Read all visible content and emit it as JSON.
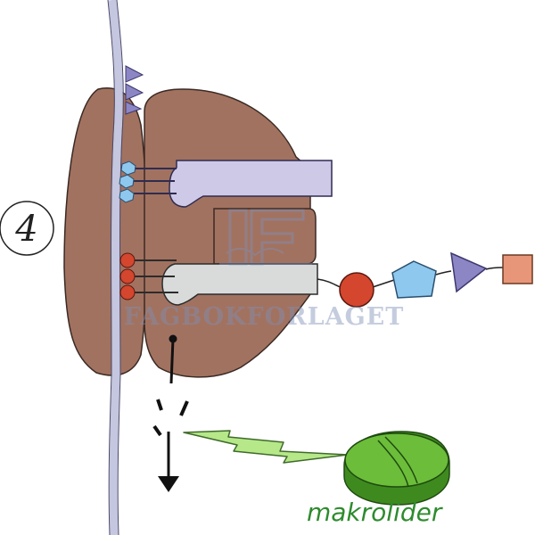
{
  "step_number": "4",
  "drug_label": "makrolider",
  "watermark": "FAGBOKFORLAGET",
  "colors": {
    "ribosome": "#a27260",
    "ribosome_outline": "#3a2a24",
    "mrna": "#c5c6df",
    "trna_lilac": "#cfc9e8",
    "trna_grey": "#d9dbdb",
    "codon_blue": "#8ec8ee",
    "codon_red": "#d4462e",
    "chain_circle": "#d4462e",
    "chain_pentagon": "#8ec8ee",
    "chain_triangle": "#8c86c4",
    "chain_square": "#e8967a",
    "pill": "#58a734",
    "lightning": "#b6e88a",
    "drug_label": "#2e8b2e",
    "watermark": "#7e8fb8"
  }
}
